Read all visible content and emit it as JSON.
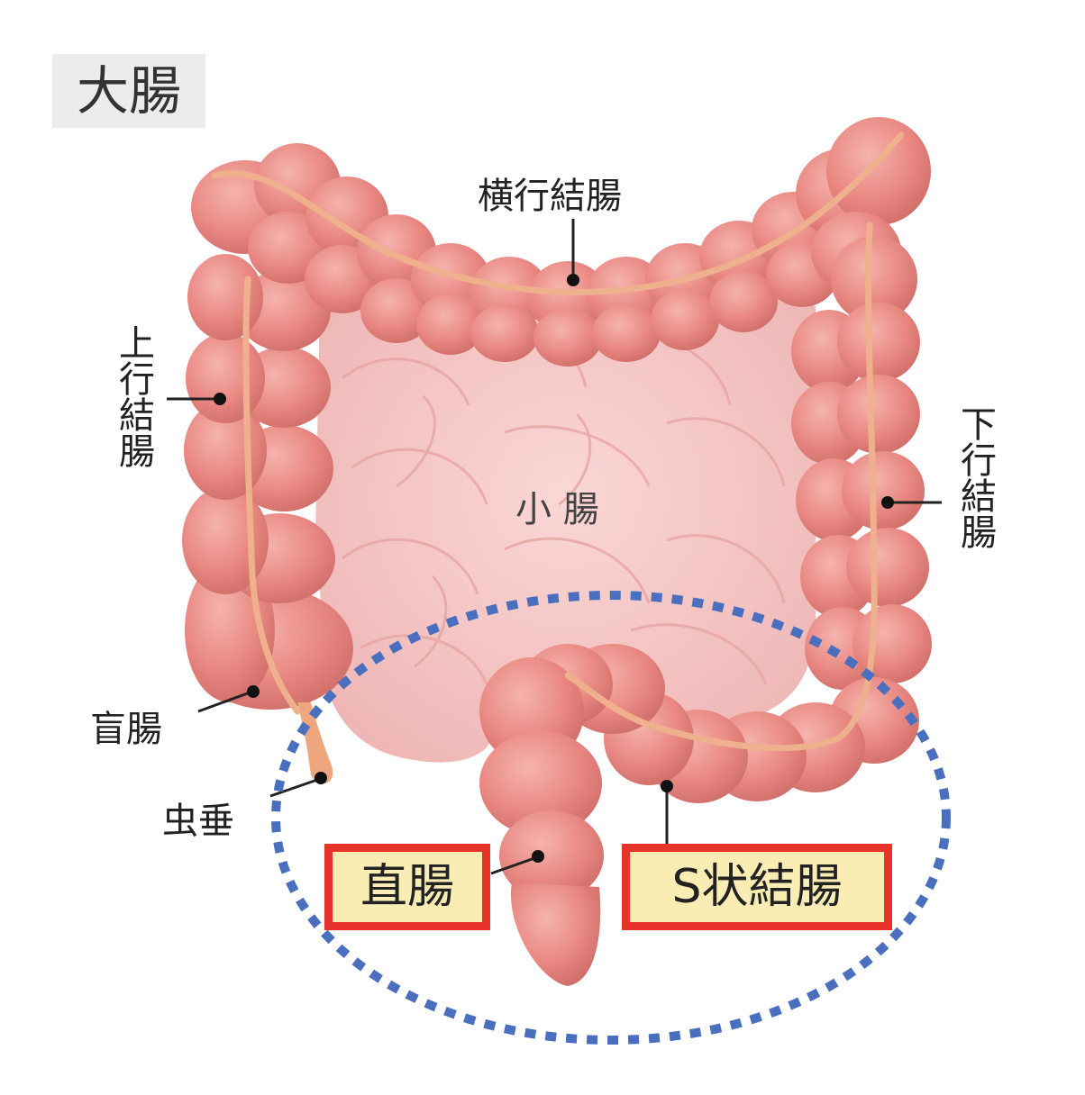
{
  "title": "大腸",
  "labels": {
    "transverse": "横行結腸",
    "ascending": "上行結腸",
    "descending": "下行結腸",
    "small_intestine": "小 腸",
    "cecum": "盲腸",
    "appendix": "虫垂",
    "rectum": "直腸",
    "sigmoid": "S状結腸"
  },
  "colors": {
    "colon": "#e98882",
    "colon_dark": "#cc6a66",
    "colon_highlight": "#f4aaa4",
    "small_intestine": "#f6c9c8",
    "taenia": "#efb08e",
    "highlight_border": "#e8332a",
    "highlight_fill": "#f9edb3",
    "dotted_ellipse": "#4a6fbf"
  }
}
